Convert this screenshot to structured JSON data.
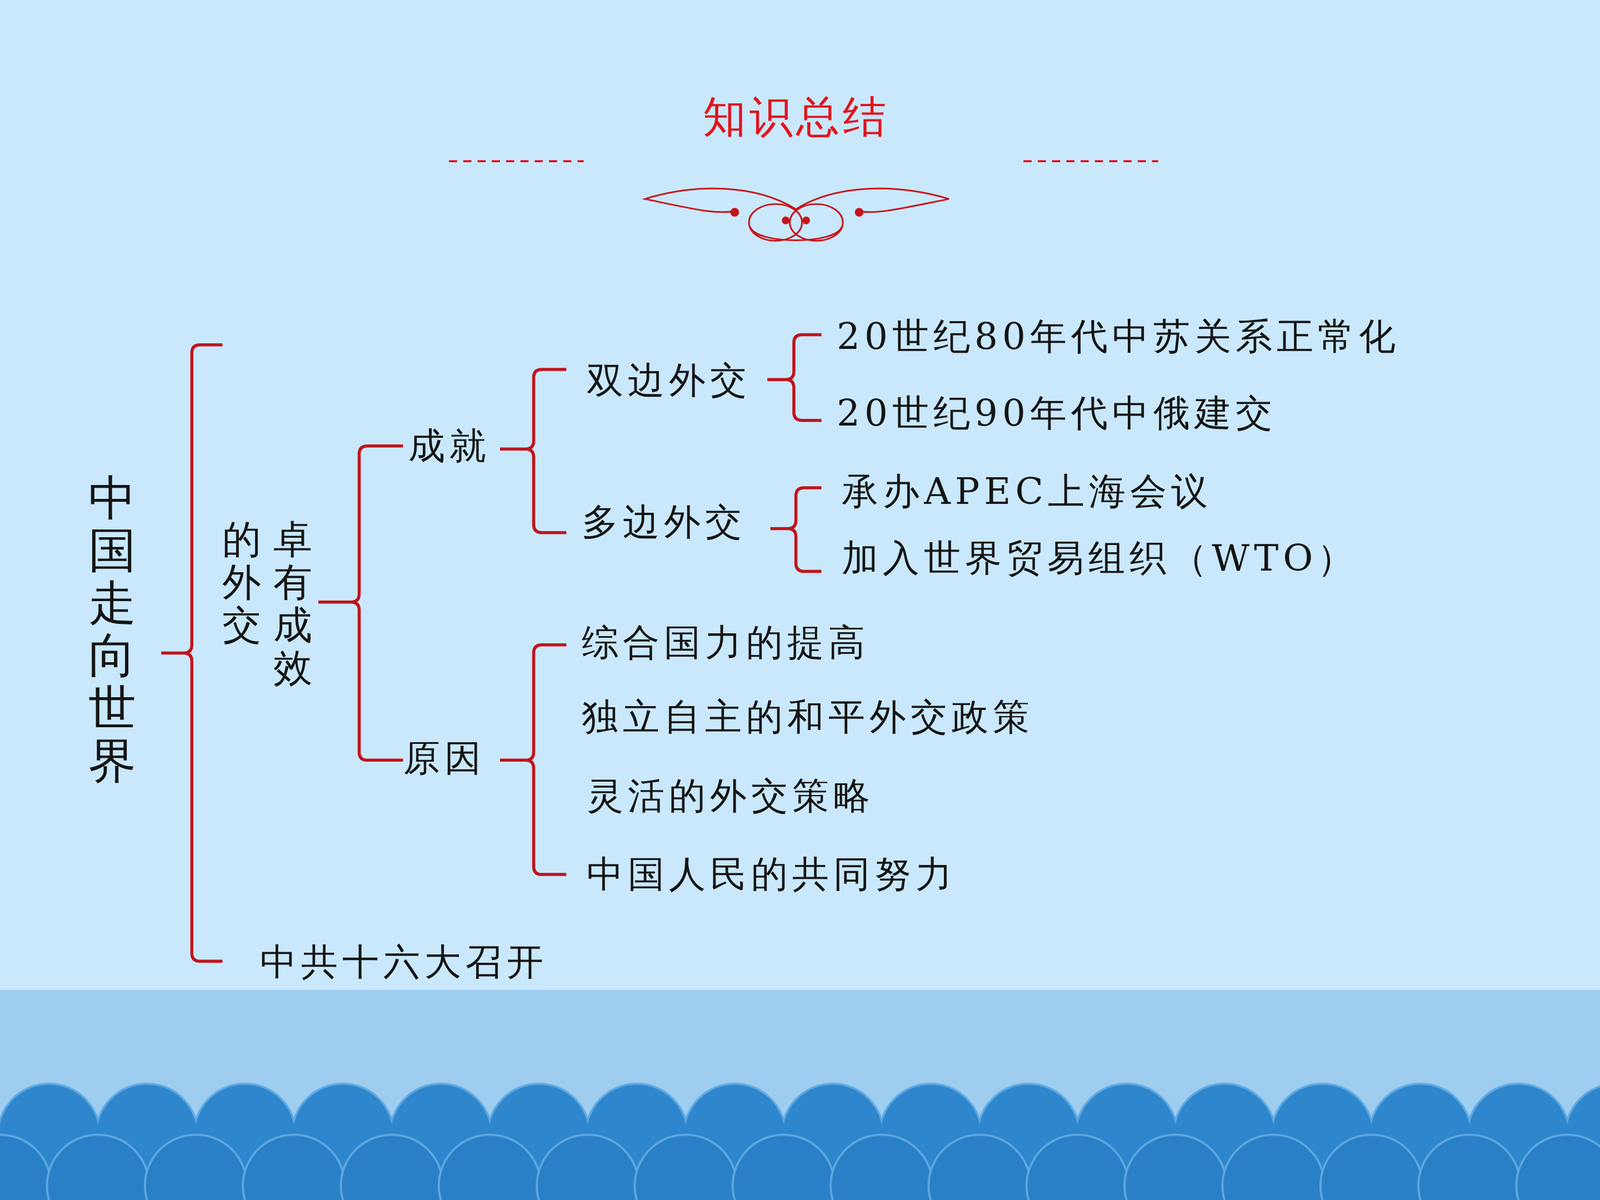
{
  "diagram": {
    "title": "知识总结",
    "labels": [
      "中国走向世界",
      "卓有成效",
      "的外交",
      "成就",
      "双边外交",
      "20世纪80年代中苏关系正常化",
      "20世纪90年代中俄建交",
      "多边外交",
      "承办APEC上海会议",
      "加入世界贸易组织（WTO）",
      "原因",
      "综合国力的提高",
      "独立自主的和平外交政策",
      "灵活的外交策略",
      "中国人民的共同努力",
      "中共十六大召开"
    ]
  }
}
